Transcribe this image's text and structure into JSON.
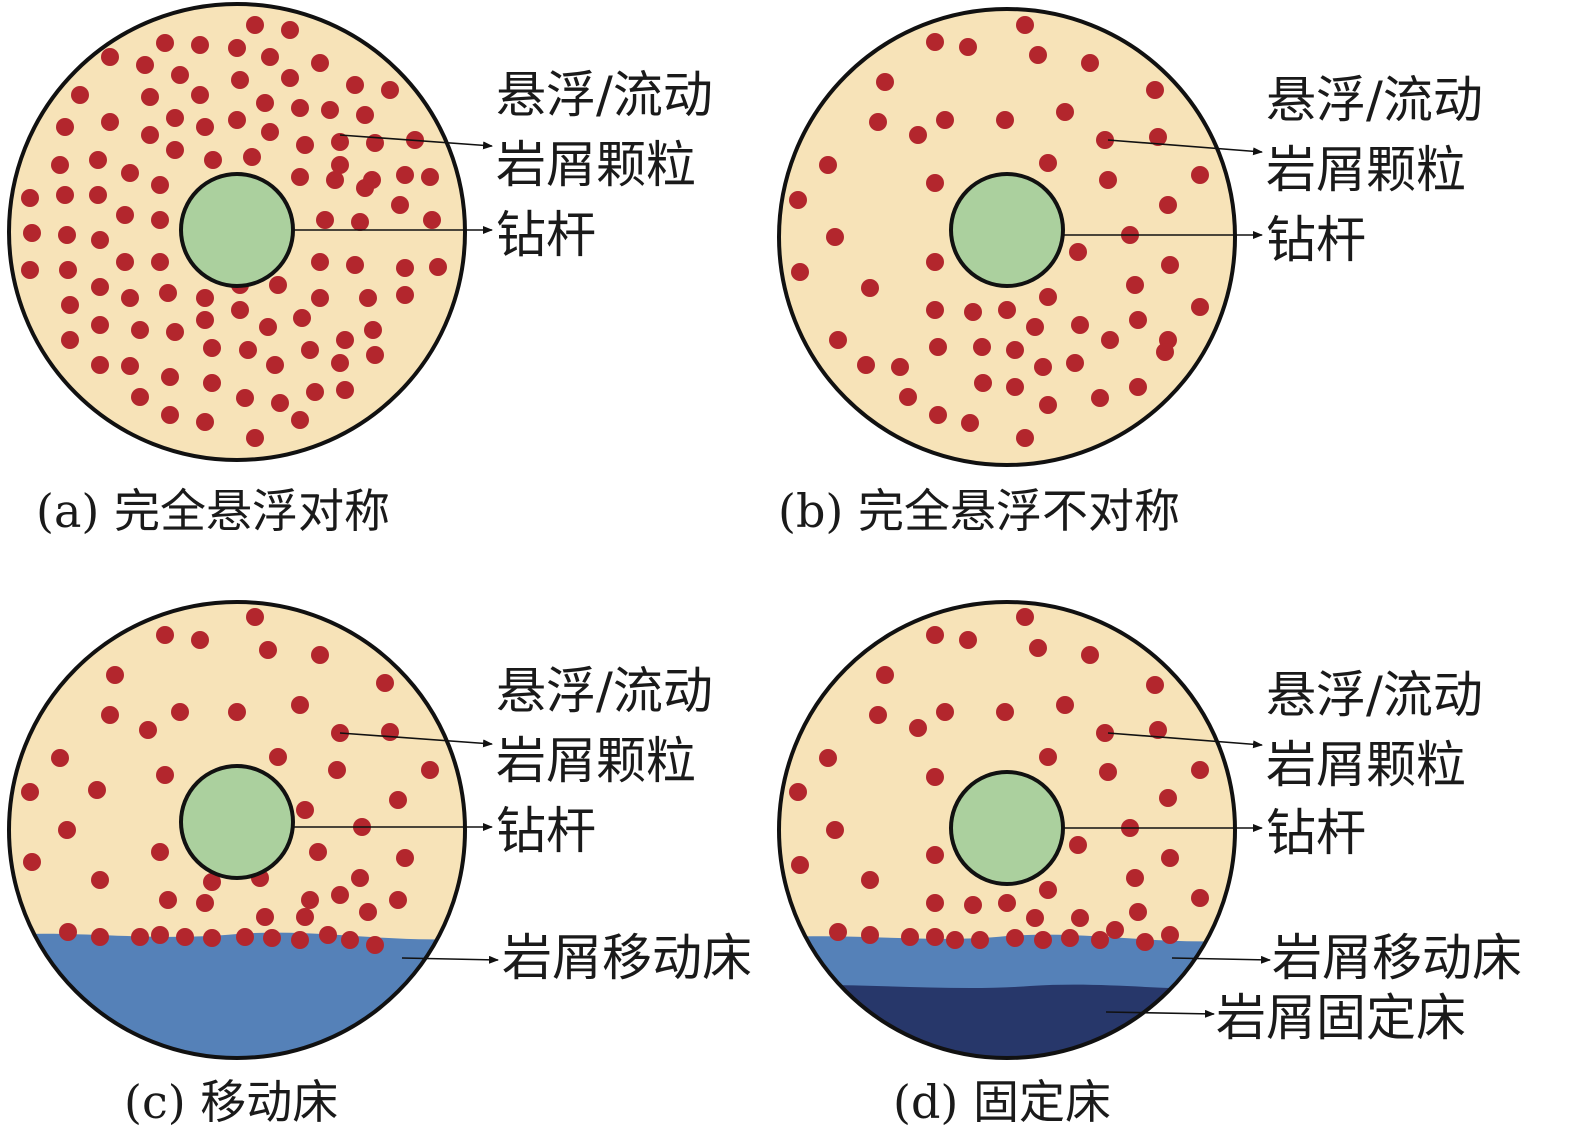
{
  "colors": {
    "fluid": "#f7e3b8",
    "particle": "#b3262d",
    "pipe": "#abd09e",
    "moving_bed": "#5581b8",
    "fixed_bed": "#27376a",
    "outline": "#111111"
  },
  "labels": {
    "particles_line1": "悬浮/流动",
    "particles_line2": "岩屑颗粒",
    "pipe": "钻杆",
    "moving_bed": "岩屑移动床",
    "fixed_bed": "岩屑固定床"
  },
  "panels": [
    {
      "id": "a",
      "caption": "(a) 完全悬浮对称"
    },
    {
      "id": "b",
      "caption": "(b) 完全悬浮不对称"
    },
    {
      "id": "c",
      "caption": "(c) 移动床"
    },
    {
      "id": "d",
      "caption": "(d) 固定床"
    }
  ]
}
